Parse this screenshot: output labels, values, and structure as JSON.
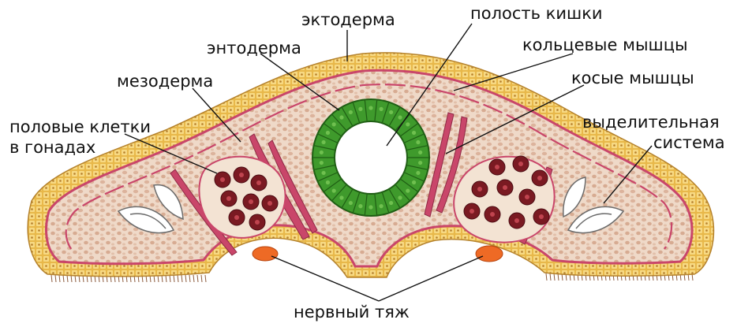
{
  "labels": {
    "ectoderm": "эктодерма",
    "gut_cavity": "полость кишки",
    "endoderm": "энтодерма",
    "circular_muscles": "кольцевые мышцы",
    "mesoderm": "мезодерма",
    "oblique_muscles": "косые мышцы",
    "germ_cells_line1": "половые клетки",
    "germ_cells_line2": "в гонадах",
    "excretory_line1": "выделительная",
    "excretory_line2": "система",
    "nerve_cord": "нервный тяж"
  },
  "colors": {
    "ectoderm": "#e8b84a",
    "ectoderm_cells": "#f6d77c",
    "mesoderm_fill": "#ead2c0",
    "mesoderm_cells": "#d9b29c",
    "muscle": "#c9466a",
    "endoderm": "#3f9a2c",
    "endoderm_light": "#6fc04f",
    "gonad_cell": "#7a1a22",
    "nerve": "#ee6a25",
    "cilia": "#8b5a3c"
  }
}
